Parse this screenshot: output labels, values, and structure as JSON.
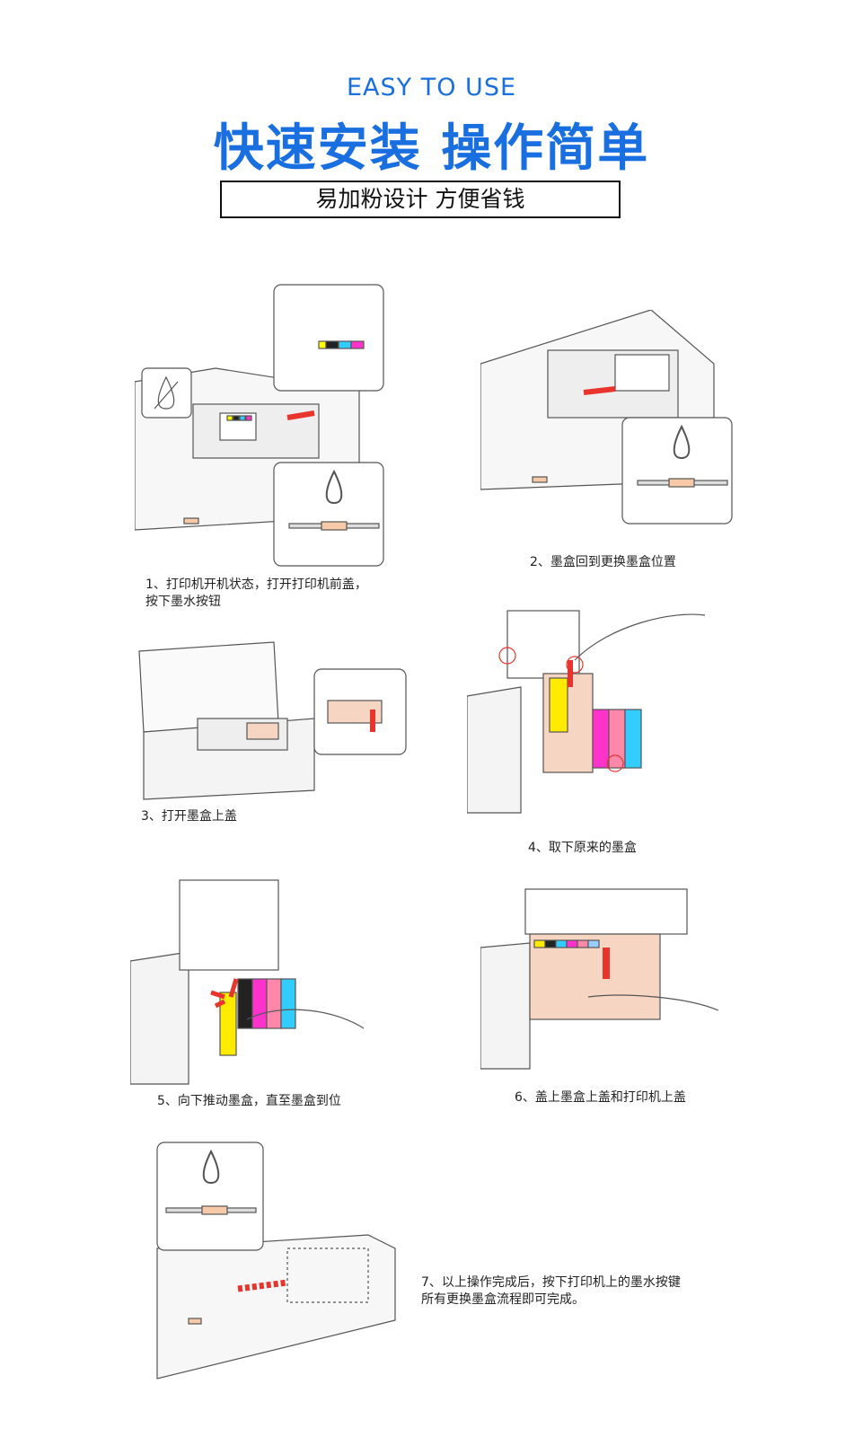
{
  "header": {
    "subtitle": "EASY TO USE",
    "title": "快速安装 操作简单",
    "tagline": "易加粉设计 方便省钱"
  },
  "colors": {
    "accent": "#1a6fe0",
    "arrow": "#e8342c",
    "cartridge": "#f6d6c2"
  },
  "steps": [
    {
      "caption_line1": "1、打印机开机状态，打开打印机前盖，",
      "caption_line2": "按下墨水按钮"
    },
    {
      "caption_line1": "2、墨盒回到更换墨盒位置"
    },
    {
      "caption_line1": "3、打开墨盒上盖"
    },
    {
      "caption_line1": "4、取下原来的墨盒"
    },
    {
      "caption_line1": "5、向下推动墨盒，直至墨盒到位"
    },
    {
      "caption_line1": "6、盖上墨盒上盖和打印机上盖"
    },
    {
      "caption_line1": "7、以上操作完成后，按下打印机上的墨水按键",
      "caption_line2": "所有更换墨盒流程即可完成。"
    }
  ]
}
